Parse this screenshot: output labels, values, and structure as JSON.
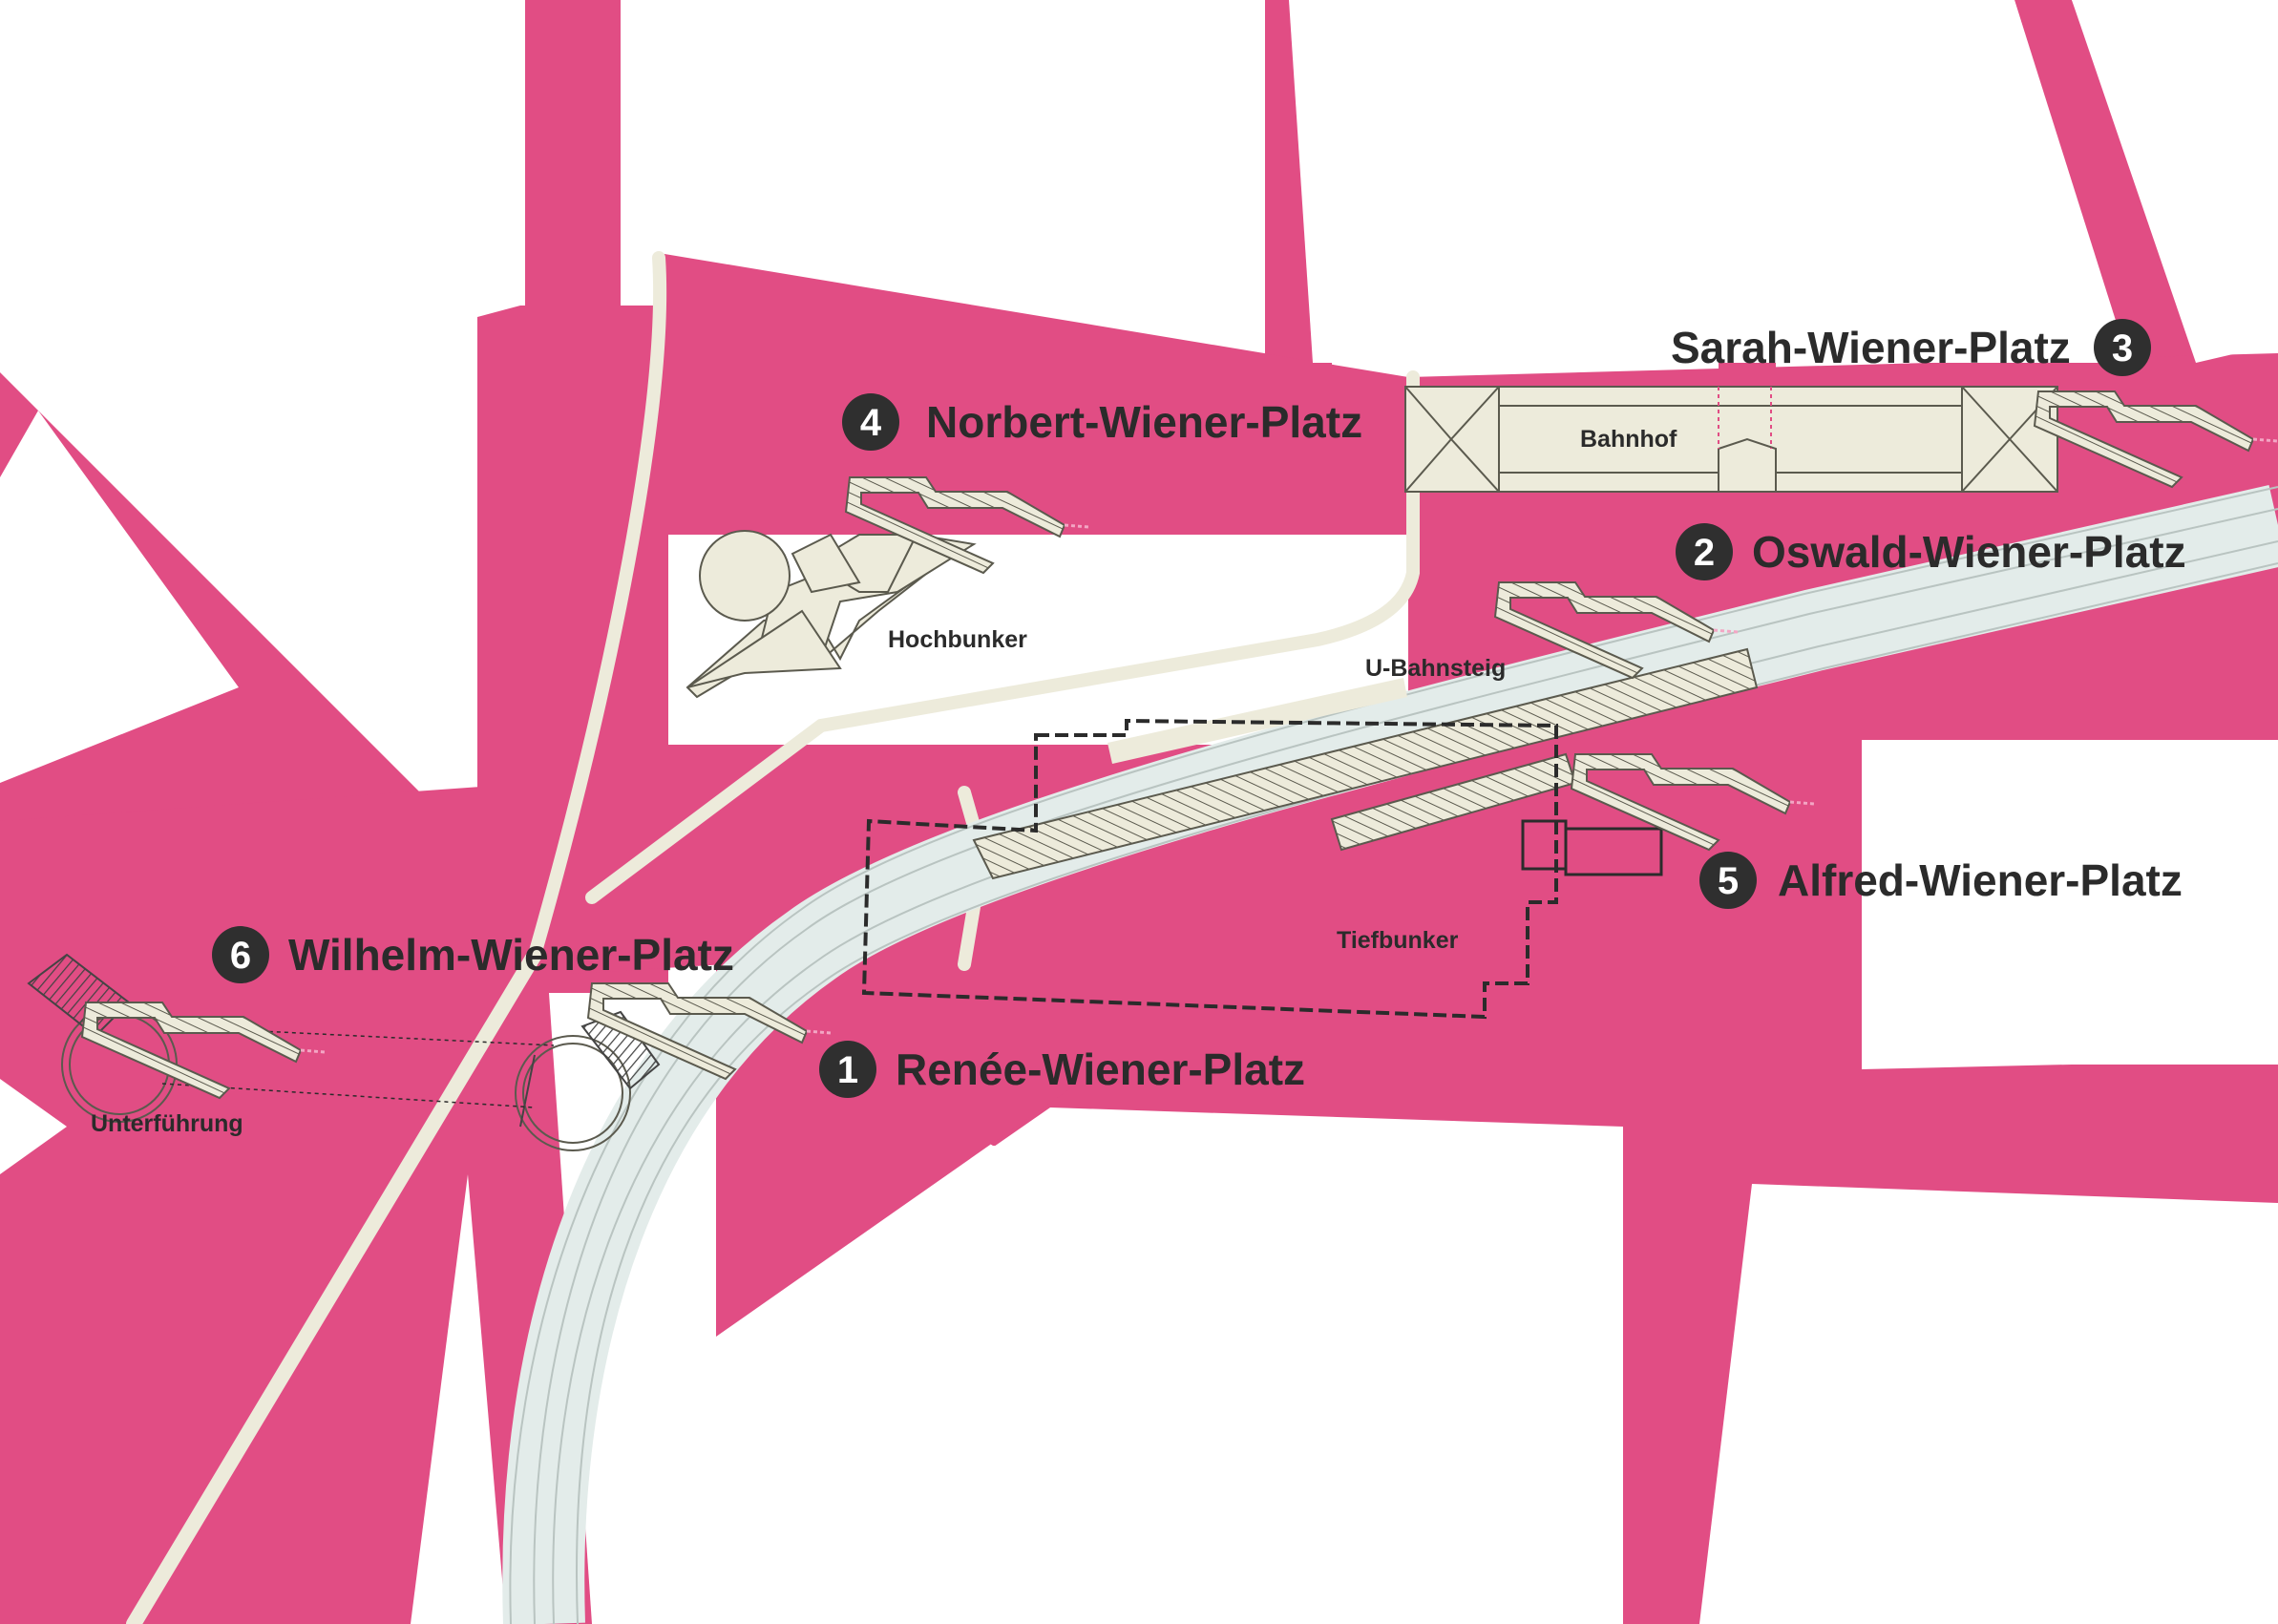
{
  "colors": {
    "area": "#E14D84",
    "background": "#FFFFFF",
    "structure_fill": "#EDEBDB",
    "structure_stroke": "#5b5a4e",
    "rail": "#E3ECEA",
    "text": "#2B2B2B",
    "marker_circle": "#2F2F2F",
    "marker_number": "#FFFFFF"
  },
  "places": [
    {
      "id": "1",
      "number": "1",
      "name": "Renée-Wiener-Platz"
    },
    {
      "id": "2",
      "number": "2",
      "name": "Oswald-Wiener-Platz"
    },
    {
      "id": "3",
      "number": "3",
      "name": "Sarah-Wiener-Platz"
    },
    {
      "id": "4",
      "number": "4",
      "name": "Norbert-Wiener-Platz"
    },
    {
      "id": "5",
      "number": "5",
      "name": "Alfred-Wiener-Platz"
    },
    {
      "id": "6",
      "number": "6",
      "name": "Wilhelm-Wiener-Platz"
    }
  ],
  "labels": {
    "bahnhof": "Bahnhof",
    "hochbunker": "Hochbunker",
    "u_bahnsteig": "U-Bahnsteig",
    "tiefbunker": "Tiefbunker",
    "unterfuehrung": "Unterführung"
  }
}
